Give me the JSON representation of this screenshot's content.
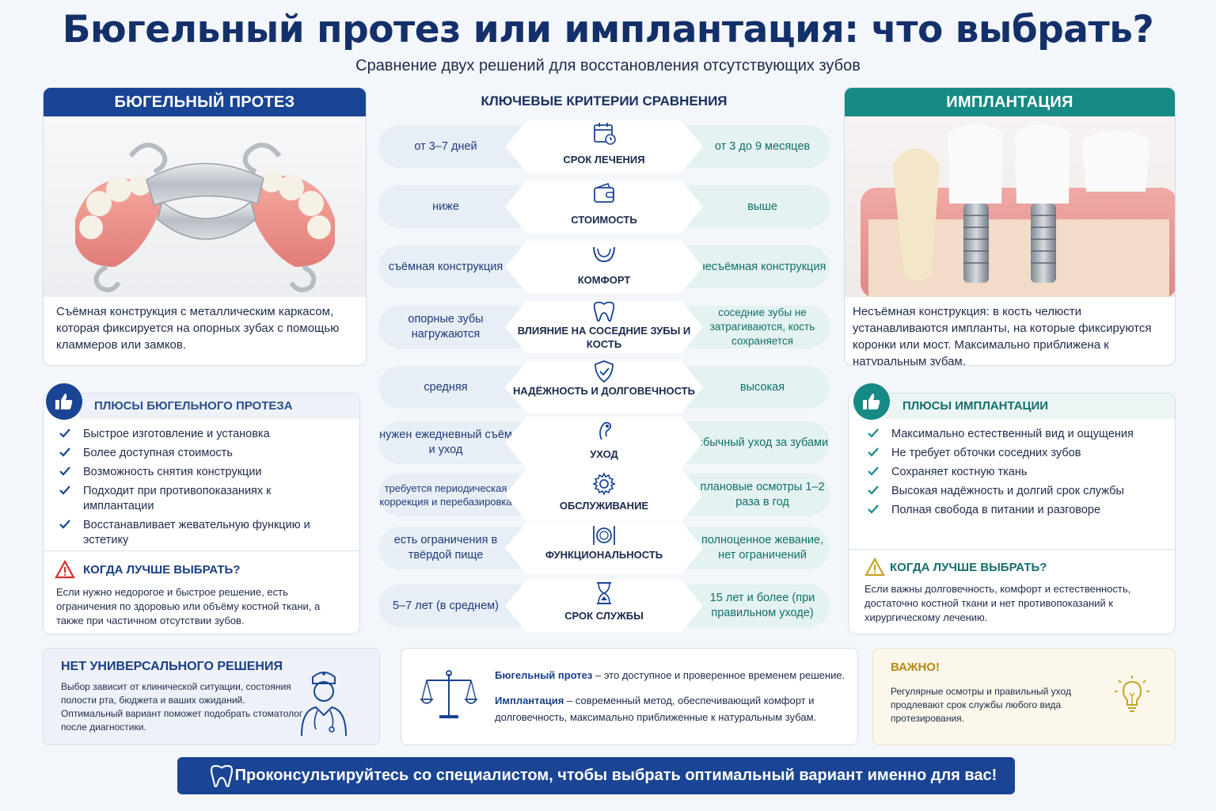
{
  "header": {
    "title": "Бюгельный протез или имплантация: что выбрать?",
    "subtitle": "Сравнение двух решений для восстановления отсутствующих зубов"
  },
  "left": {
    "title": "БЮГЕЛЬНЫЙ ПРОТЕЗ",
    "description": "Съёмная конструкция с металлическим каркасом, которая фиксируется на опорных зубах с помощью кламмеров или замков.",
    "pros_title": "ПЛЮСЫ БЮГЕЛЬНОГО ПРОТЕЗА",
    "pros": [
      "Быстрое изготовление и установка",
      "Более доступная стоимость",
      "Возможность снятия конструкции",
      "Подходит при противопоказаниях к имплантации",
      "Восстанавливает жевательную функцию и эстетику"
    ],
    "when_title": "КОГДА ЛУЧШЕ ВЫБРАТЬ?",
    "when_text": "Если нужно недорогое и быстрое решение, есть ограничения по здоровью или объёму костной ткани, а также при частичном отсутствии зубов."
  },
  "right": {
    "title": "ИМПЛАНТАЦИЯ",
    "description": "Несъёмная конструкция: в кость челюсти устанавливаются импланты, на которые фиксируются коронки или мост. Максимально приближена к натуральным зубам.",
    "pros_title": "ПЛЮСЫ ИМПЛАНТАЦИИ",
    "pros": [
      "Максимально естественный вид и ощущения",
      "Не требует обточки соседних зубов",
      "Сохраняет костную ткань",
      "Высокая надёжность и долгий срок службы",
      "Полная свобода в питании и разговоре"
    ],
    "when_title": "КОГДА ЛУЧШЕ ВЫБРАТЬ?",
    "when_text": "Если важны долговечность, комфорт и естественность, достаточно костной ткани и нет противопоказаний к хирургическому лечению."
  },
  "criteria": {
    "title": "КЛЮЧЕВЫЕ КРИТЕРИИ СРАВНЕНИЯ",
    "rows": [
      {
        "icon": "calendar-icon",
        "name": "СРОК ЛЕЧЕНИЯ",
        "left": "от 3–7 дней",
        "right": "от 3 до 9 месяцев"
      },
      {
        "icon": "wallet-icon",
        "name": "СТОИМОСТЬ",
        "left": "ниже",
        "right": "выше"
      },
      {
        "icon": "mouthguard-icon",
        "name": "КОМФОРТ",
        "left": "съёмная конструкция",
        "right": "несъёмная конструкция"
      },
      {
        "icon": "tooth-icon",
        "name": "ВЛИЯНИЕ НА СОСЕДНИЕ ЗУБЫ И КОСТЬ",
        "left": "опорные зубы нагружаются",
        "right": "соседние зубы не затрагиваются, кость сохраняется"
      },
      {
        "icon": "shield-check-icon",
        "name": "НАДЁЖНОСТЬ И ДОЛГОВЕЧНОСТЬ",
        "left": "средняя",
        "right": "высокая"
      },
      {
        "icon": "care-icon",
        "name": "УХОД",
        "left": "нужен ежедневный съём и уход",
        "right": "обычный уход за зубами"
      },
      {
        "icon": "gear-icon",
        "name": "ОБСЛУЖИВАНИЕ",
        "left": "требуется периодическая коррекция и перебазировка",
        "right": "плановые осмотры 1–2 раза в год"
      },
      {
        "icon": "plate-cutlery-icon",
        "name": "ФУНКЦИОНАЛЬНОСТЬ",
        "left": "есть ограничения в твёрдой пище",
        "right": "полноценное жевание, нет ограничений"
      },
      {
        "icon": "hourglass-icon",
        "name": "СРОК СЛУЖБЫ",
        "left": "5–7 лет (в среднем)",
        "right": "15 лет и более (при правильном уходе)"
      }
    ]
  },
  "bottom": {
    "no_universal_title": "НЕТ УНИВЕРСАЛЬНОГО РЕШЕНИЯ",
    "no_universal_text": "Выбор зависит от клинической ситуации, состояния полости рта, бюджета и ваших ожиданий. Оптимальный вариант поможет подобрать стоматолог после диагностики.",
    "summary1_bold": "Бюгельный протез",
    "summary1_rest": " – это доступное и проверенное временем решение.",
    "summary2_bold": "Имплантация",
    "summary2_rest": " – современный метод, обеспечивающий комфорт и долговечность, максимально приближенные к натуральным зубам.",
    "important_title": "ВАЖНО!",
    "important_text": "Регулярные осмотры и правильный уход продлевают срок службы любого вида протезирования.",
    "banner": "Проконсультируйтесь со специалистом, чтобы выбрать оптимальный вариант именно для вас!"
  },
  "colors": {
    "navy": "#1a4494",
    "teal": "#168a85",
    "gold": "#c9a227",
    "warning": "#d62f2f"
  }
}
